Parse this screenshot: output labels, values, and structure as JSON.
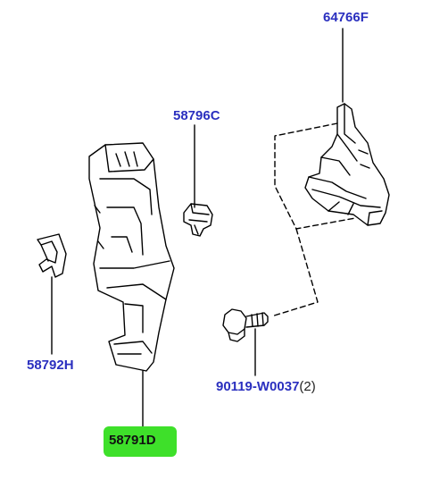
{
  "parts": [
    {
      "id": "64766F",
      "label": "64766F",
      "qty": "",
      "highlighted": false
    },
    {
      "id": "58796C",
      "label": "58796C",
      "qty": "",
      "highlighted": false
    },
    {
      "id": "58792H",
      "label": "58792H",
      "qty": "",
      "highlighted": false
    },
    {
      "id": "90119-W0037",
      "label": "90119-W0037",
      "qty": "(2)",
      "highlighted": false
    },
    {
      "id": "58791D",
      "label": "58791D",
      "qty": "",
      "highlighted": true
    }
  ],
  "colors": {
    "label": "#2a2fbf",
    "highlight": "#3ee02a",
    "line": "#000000"
  }
}
